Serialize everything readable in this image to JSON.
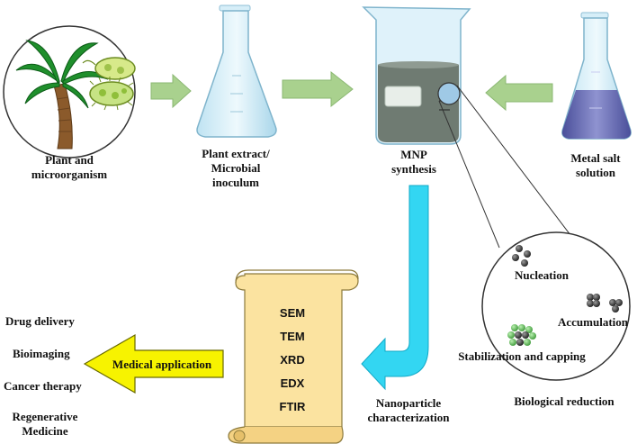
{
  "stages": {
    "source": [
      "Plant and",
      "microorganism"
    ],
    "extract": [
      "Plant extract/",
      "Microbial",
      "inoculum"
    ],
    "synthesis": [
      "MNP",
      "synthesis"
    ],
    "metal": [
      "Metal salt",
      "solution"
    ]
  },
  "mechanism": {
    "nucleation": "Nucleation",
    "accumulation": "Accumulation",
    "stabilization": "Stabilization and capping",
    "caption": "Biological reduction"
  },
  "characterization": {
    "techniques": [
      "SEM",
      "TEM",
      "XRD",
      "EDX",
      "FTIR"
    ],
    "caption": [
      "Nanoparticle",
      "characterization"
    ]
  },
  "application": {
    "arrow_label": "Medical application",
    "uses": [
      "Drug delivery",
      "Bioimaging",
      "Cancer therapy",
      "Regenerative",
      "Medicine"
    ]
  },
  "colors": {
    "flow_arrow": "#a9d18e",
    "cyan_arrow": "#33d6f2",
    "yellow_arrow": "#f7f300",
    "scroll": "#fbe3a0",
    "liquid_gray": "#6f7b72",
    "liquid_blue": "#5a5fa8"
  }
}
